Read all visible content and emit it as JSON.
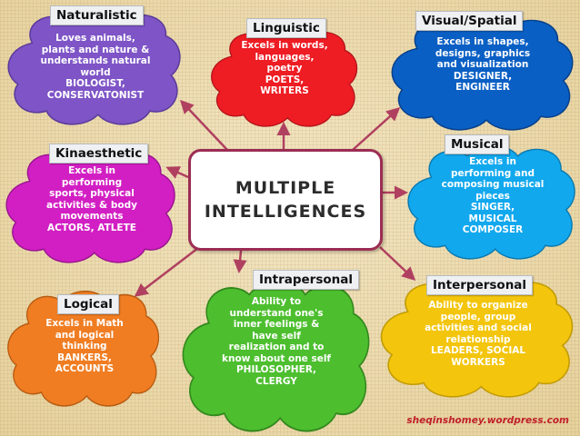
{
  "center": {
    "line1": "MULTIPLE",
    "line2": "INTELLIGENCES"
  },
  "watermark": "sheqinshomey.wordpress.com",
  "colors": {
    "arrow": "#b0405f",
    "center_border": "#9b2d54",
    "naturalistic": "#7e54c6",
    "linguistic": "#ee1c23",
    "visual_spatial": "#0a5fc4",
    "musical": "#12a8ee",
    "kinaesthetic": "#d21fc3",
    "logical": "#f07d22",
    "intrapersonal": "#4dbf2f",
    "interpersonal": "#f3c50d"
  },
  "clouds": {
    "naturalistic": {
      "title": "Naturalistic",
      "lines": [
        "Loves animals,",
        "plants and nature &",
        "understands natural",
        "world"
      ],
      "roles": [
        "BIOLOGIST,",
        "CONSERVATONIST"
      ]
    },
    "linguistic": {
      "title": "Linguistic",
      "lines": [
        "Excels in words,",
        "languages,",
        "poetry"
      ],
      "roles": [
        "POETS,",
        "WRITERS"
      ]
    },
    "visual_spatial": {
      "title": "Visual/Spatial",
      "lines": [
        "Excels in shapes,",
        "designs, graphics",
        "and visualization"
      ],
      "roles": [
        "DESIGNER,",
        "ENGINEER"
      ]
    },
    "kinaesthetic": {
      "title": "Kinaesthetic",
      "lines": [
        "Excels in",
        "performing",
        "sports, physical",
        "activities & body",
        "movements"
      ],
      "roles": [
        "ACTORS, ATLETE"
      ]
    },
    "musical": {
      "title": "Musical",
      "lines": [
        "Excels in",
        "performing and",
        "composing musical",
        "pieces"
      ],
      "roles": [
        "SINGER,",
        "MUSICAL",
        "COMPOSER"
      ]
    },
    "logical": {
      "title": "Logical",
      "lines": [
        "Excels in Math",
        "and logical",
        "thinking"
      ],
      "roles": [
        "BANKERS,",
        "ACCOUNTS"
      ]
    },
    "intrapersonal": {
      "title": "Intrapersonal",
      "lines": [
        "Ability to",
        "understand one's",
        "inner feelings &",
        "have self",
        "realization and to",
        "know about one self"
      ],
      "roles": [
        "PHILOSOPHER,",
        "CLERGY"
      ]
    },
    "interpersonal": {
      "title": "Interpersonal",
      "lines": [
        "Ability to organize",
        "people, group",
        "activities and social",
        "relationship"
      ],
      "roles": [
        "LEADERS, SOCIAL",
        "WORKERS"
      ]
    }
  }
}
